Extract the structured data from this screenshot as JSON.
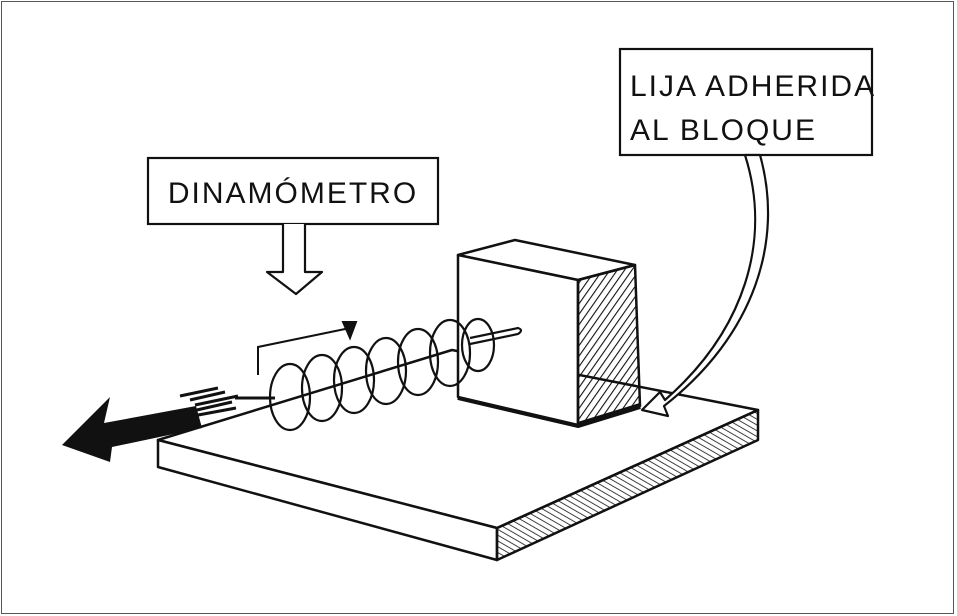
{
  "labels": {
    "dynamometer": "DINAMÓMETRO",
    "sandpaper_line1": "LIJA ADHERIDA",
    "sandpaper_line2": "AL BLOQUE"
  },
  "colors": {
    "frame_border": "#2f6b5c",
    "ink": "#111111",
    "paper": "#ffffff"
  }
}
